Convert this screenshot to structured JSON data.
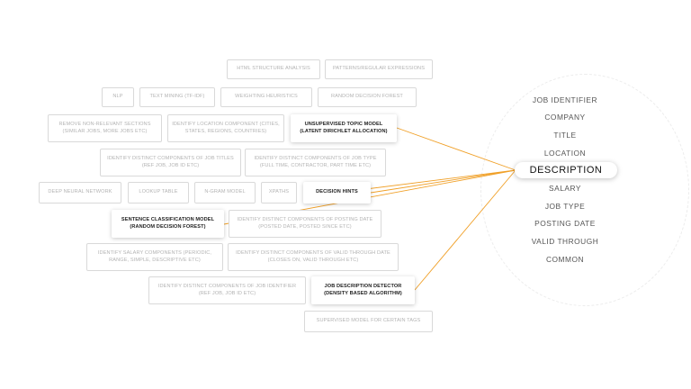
{
  "techniques": {
    "html_structure": "HTML STRUCTURE ANALYSIS",
    "patterns": "PATTERNS/REGULAR EXPRESSIONS",
    "nlp": "NLP",
    "text_mining": "TEXT MINING (TF-IDF)",
    "weighting": "WEIGHTING HEURISTICS",
    "random_forest": "RANDOM DECISION FOREST",
    "remove_sections": "REMOVE NON-RELEVANT SECTIONS (SIMILAR JOBS, MORE JOBS ETC)",
    "location_component": "IDENTIFY LOCATION COMPONENT (CITIES, STATES, REGIONS, COUNTRIES)",
    "topic_model": "UNSUPERVISED TOPIC MODEL (LATENT DIRICHLET ALLOCATION)",
    "job_titles": "IDENTIFY DISTINCT COMPONENTS OF JOB TITLES (REF JOB, JOB ID ETC)",
    "job_type": "IDENTIFY DISTINCT COMPONENTS OF JOB TYPE (FULL TIME, CONTRACTOR, PART TIME ETC)",
    "deep_nn": "DEEP NEURAL NETWORK",
    "lookup": "LOOKUP TABLE",
    "ngram": "N-GRAM MODEL",
    "xpaths": "XPATHS",
    "decision_hints": "DECISION HINTS",
    "sentence_classification": "SENTENCE CLASSIFICATION MODEL (RANDOM DECISION FOREST)",
    "posting_date": "IDENTIFY DISTINCT COMPONENTS OF POSTING DATE (POSTED DATE, POSTED SINCE ETC)",
    "salary_components": "IDENTIFY SALARY COMPONENTS (PERIODIC, RANGE, SIMPLE, DESCRIPTIVE ETC)",
    "valid_through": "IDENTIFY DISTINCT COMPONENTS OF VALID THROUGH DATE (CLOSES ON, VALID THROUGH ETC)",
    "job_identifier": "IDENTIFY DISTINCT COMPONENTS OF JOB IDENTIFIER (REF JOB, JOB ID ETC)",
    "description_detector": "JOB DESCRIPTION DETECTOR (DENSITY BASED ALGORITHM)",
    "supervised_model": "SUPERVISED MODEL FOR CERTAIN TAGS"
  },
  "fields": [
    "JOB IDENTIFIER",
    "COMPANY",
    "TITLE",
    "LOCATION",
    "DESCRIPTION",
    "SALARY",
    "JOB TYPE",
    "POSTING DATE",
    "VALID THROUGH",
    "COMMON"
  ],
  "selected_field": "DESCRIPTION",
  "active_techniques": [
    "topic_model",
    "decision_hints",
    "sentence_classification",
    "description_detector"
  ],
  "colors": {
    "connector": "#f0a028",
    "box_border": "#d9d9d9",
    "inactive_text": "#b3b3b3"
  }
}
